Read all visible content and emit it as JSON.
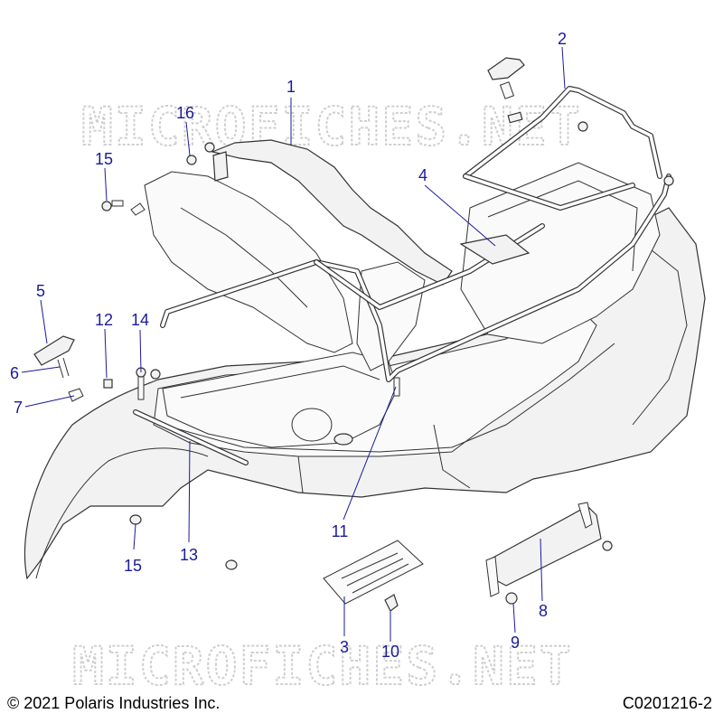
{
  "watermark": {
    "text_top": "MICROFICHES.NET",
    "text_bottom": "MICROFICHES.NET"
  },
  "callouts": [
    {
      "id": "c1",
      "label": "1"
    },
    {
      "id": "c2",
      "label": "2"
    },
    {
      "id": "c3",
      "label": "3"
    },
    {
      "id": "c4",
      "label": "4"
    },
    {
      "id": "c5",
      "label": "5"
    },
    {
      "id": "c6",
      "label": "6"
    },
    {
      "id": "c7",
      "label": "7"
    },
    {
      "id": "c8",
      "label": "8"
    },
    {
      "id": "c9",
      "label": "9"
    },
    {
      "id": "c10",
      "label": "10"
    },
    {
      "id": "c11",
      "label": "11"
    },
    {
      "id": "c12",
      "label": "12"
    },
    {
      "id": "c13",
      "label": "13"
    },
    {
      "id": "c14",
      "label": "14"
    },
    {
      "id": "c15a",
      "label": "15"
    },
    {
      "id": "c15b",
      "label": "15"
    },
    {
      "id": "c16",
      "label": "16"
    }
  ],
  "footer": {
    "copyright": "© 2021 Polaris Industries Inc.",
    "diagram_id": "C0201216-2"
  },
  "colors": {
    "callout": "#1a1a9a",
    "linework": "#333333",
    "watermark": "#cfcfcf"
  }
}
